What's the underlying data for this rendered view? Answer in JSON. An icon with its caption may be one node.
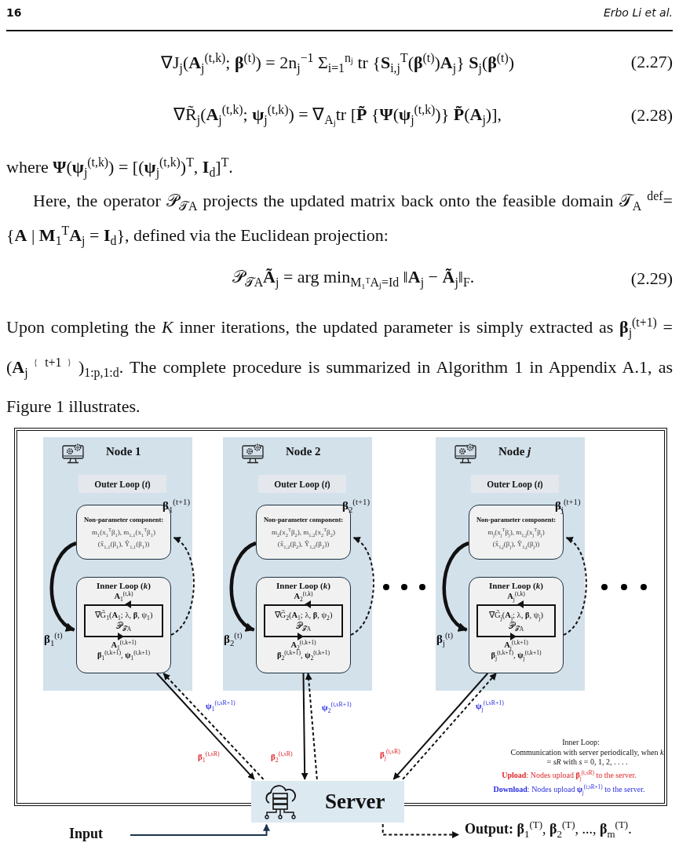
{
  "diagram": {
    "nodes": [
      {
        "text": [
          "Node 1"
        ]
      },
      {
        "text": [
          "Outer Loop (*t*)"
        ],
        "in": 0
      },
      {
        "text": [
          "Non-parameter component:",
          "m$_{1}$(x$_{1}$$^{T}$β$_{1}$),  m$_{1,1}$(x$_{1}$$^{T}$β$_{1}$)",
          "(x̂$_{1,1}$(β$_{1}$), Ŷ$_{1,1}$(β$_{1}$))"
        ],
        "in": 0
      },
      {
        "text": [
          "Inner Loop (*k*)",
          "**A**$_{1}$$^{(t,k)}$",
          "**A**$_{1}$$^{(t,k+1)}$",
          "**β**$_{1}$$^{(t,k+1)}$,  **ψ**$_{1}$$^{(t,k+1)}$"
        ],
        "in": 0
      },
      {
        "text": [
          "∇G̃$_{1}$(**A**$_{1}$; λ, **β**, ψ$_{1}$)",
          "𝒫$_{𝒯A}$"
        ],
        "in": 3
      },
      {
        "text": [
          "Node 2"
        ]
      },
      {
        "text": [
          "Outer Loop (*t*)"
        ],
        "in": 5
      },
      {
        "text": [
          "Non-parameter component:",
          "m$_{2}$(x$_{2}$$^{T}$β$_{2}$),  m$_{1,2}$(x$_{2}$$^{T}$β$_{2}$)",
          "(x̂$_{1,2}$(β$_{2}$), Ŷ$_{1,2}$(β$_{2}$))"
        ],
        "in": 5
      },
      {
        "text": [
          "Inner Loop (*k*)",
          "**A**$_{2}$$^{(t,k)}$",
          "**A**$_{2}$$^{(t,k+1)}$",
          "**β**$_{2}$$^{(t,k+1)}$,  **ψ**$_{2}$$^{(t,k+1)}$"
        ],
        "in": 5
      },
      {
        "text": [
          "∇G̃$_{2}$(**A**$_{1}$; λ, **β**, ψ$_{2}$)",
          "𝒫$_{𝒯A}$"
        ],
        "in": 8
      },
      {
        "text": [
          "Node *j*"
        ]
      },
      {
        "text": [
          "Outer Loop (*t*)"
        ],
        "in": 10
      },
      {
        "text": [
          "Non-parameter component:",
          "m$_{j}$(x$_{j}$$^{T}$β$_{j}$),  m$_{1,j}$(x$_{j}$$^{T}$β$_{j}$)",
          "(x̂$_{1,j}$(β$_{j}$), Ŷ$_{1,j}$(β$_{j}$))"
        ],
        "in": 10
      },
      {
        "text": [
          "Inner Loop (*k*)",
          "**A**$_{j}$$^{(t,k)}$",
          "**A**$_{j}$$^{(t,k+1)}$",
          "**β**$_{j}$$^{(t,k+1)}$,  **ψ**$_{j}$$^{(t,k+1)}$"
        ],
        "in": 10
      },
      {
        "text": [
          "∇G̃$_{j}$(**A**$_{j}$; λ, **β**, ψ$_{j}$)",
          "𝒫$_{𝒯A}$"
        ],
        "in": 13
      },
      {
        "text": [
          "Server"
        ]
      },
      {
        "text": [
          "Input"
        ]
      },
      {
        "text": [
          "**Output:** **β**$_{1}$$^{(T)}$, **β**$_{2}$$^{(T)}$, ..., **β**$_{m}$$^{(T)}$."
        ]
      }
    ],
    "edges": [
      {
        "from": 2,
        "to": 3,
        "arrow": "to",
        "style": "thick",
        "label": "**β**$_{1}$$^{(t)}$"
      },
      {
        "from": 3,
        "to": 2,
        "arrow": "to",
        "style": "dashed",
        "label": "**β**$_{1}$$^{(t+1)}$"
      },
      {
        "from": 3,
        "to": 15,
        "arrow": "to",
        "label": "**β**$_{1}$$^{(t,sR)}$"
      },
      {
        "from": 15,
        "to": 3,
        "arrow": "to",
        "style": "dashed",
        "label": "**ψ**$_{1}$$^{(t,sR+1)}$"
      },
      {
        "from": 7,
        "to": 8,
        "arrow": "to",
        "style": "thick",
        "label": "**β**$_{2}$$^{(t)}$"
      },
      {
        "from": 8,
        "to": 7,
        "arrow": "to",
        "style": "dashed",
        "label": "**β**$_{2}$$^{(t+1)}$"
      },
      {
        "from": 8,
        "to": 15,
        "arrow": "to",
        "label": "**β**$_{2}$$^{(t,sR)}$"
      },
      {
        "from": 15,
        "to": 8,
        "arrow": "to",
        "style": "dashed",
        "label": "**ψ**$_{2}$$^{(t,sR+1)}$"
      },
      {
        "from": 12,
        "to": 13,
        "arrow": "to",
        "style": "thick",
        "label": "**β**$_{j}$$^{(t)}$"
      },
      {
        "from": 13,
        "to": 12,
        "arrow": "to",
        "style": "dashed",
        "label": "**β**$_{j}$$^{(t+1)}$"
      },
      {
        "from": 13,
        "to": 15,
        "arrow": "to",
        "label": "**β**$_{j}$$^{(t,sR)}$"
      },
      {
        "from": 15,
        "to": 13,
        "arrow": "to",
        "style": "dashed",
        "label": "**ψ**$_{j}$$^{(t,sR+1)}$"
      },
      {
        "from": 16,
        "to": 15,
        "arrow": "to",
        "color": "#1b3550"
      },
      {
        "from": 15,
        "to": 17,
        "arrow": "to",
        "style": "dashed"
      }
    ],
    "labels": [
      "16",
      "Erbo Li et al.",
      "∇J$_{j}$(**A**$_{j}$$^{(t,k)}$; **β**$^{(t)}$) = 2n$_{j}$$^{−1}$ Σ$_{i=1}$$^{nⱼ}$ tr {**S**$_{i,j}$$^{T}$(**β**$^{(t)}$)**A**$_{j}$} **S**$_{j}$(**β**$^{(t)}$)",
      "(2.27)",
      "∇R̃$_{j}$(**A**$_{j}$$^{(t,k)}$; **ψ**$_{j}$$^{(t,k)}$) = ∇$_{Aⱼ}$tr [**P̃** {**Ψ**(**ψ**$_{j}$$^{(t,k)}$)} **P̃**(**A**$_{j}$)],",
      "(2.28)",
      "where **Ψ**(**ψ**$_{j}$$^{(t,k)}$) = [(**ψ**$_{j}$$^{(t,k)}$)$^{T}$, **I**$_{d}$]$^{T}$.",
      "Here, the operator 𝒫$_{𝒯A}$ projects the updated matrix back onto the feasible domain 𝒯$_{A}$ $^{def}$= {**A** | **M**$_{1}$$^{T}$**A**$_{j}$ = **I**$_{d}$}, defined via the Euclidean projection:",
      "𝒫$_{𝒯A}$**Ã**$_{j}$ = arg min$_{M₁ᵀAⱼ=Id}$ ‖**A**$_{j}$ − **Ã**$_{j}$‖$_{F}$.",
      "(2.29)",
      "Upon completing the *K* inner iterations, the updated parameter is simply extracted as **β**$_{j}$$^{(t+1)}$ = (**A**$_{j}$$^{﹛t+1﹜}$)$_{1:p,1:d}$. The complete procedure is summarized in Algorithm 1 in Appendix A.1, as Figure 1 illustrates.",
      "Inner Loop:",
      "Communication with server periodically, when *k* = *sR* with *s* = 0, 1, 2, . . . .",
      "**Upload**: Nodes upload **β**$_{j}$$^{(t,sR)}$ to the server.",
      "**Download**: Nodes upload **ψ**$_{j}$$^{(t,sR+1)}$ to the server."
    ]
  }
}
